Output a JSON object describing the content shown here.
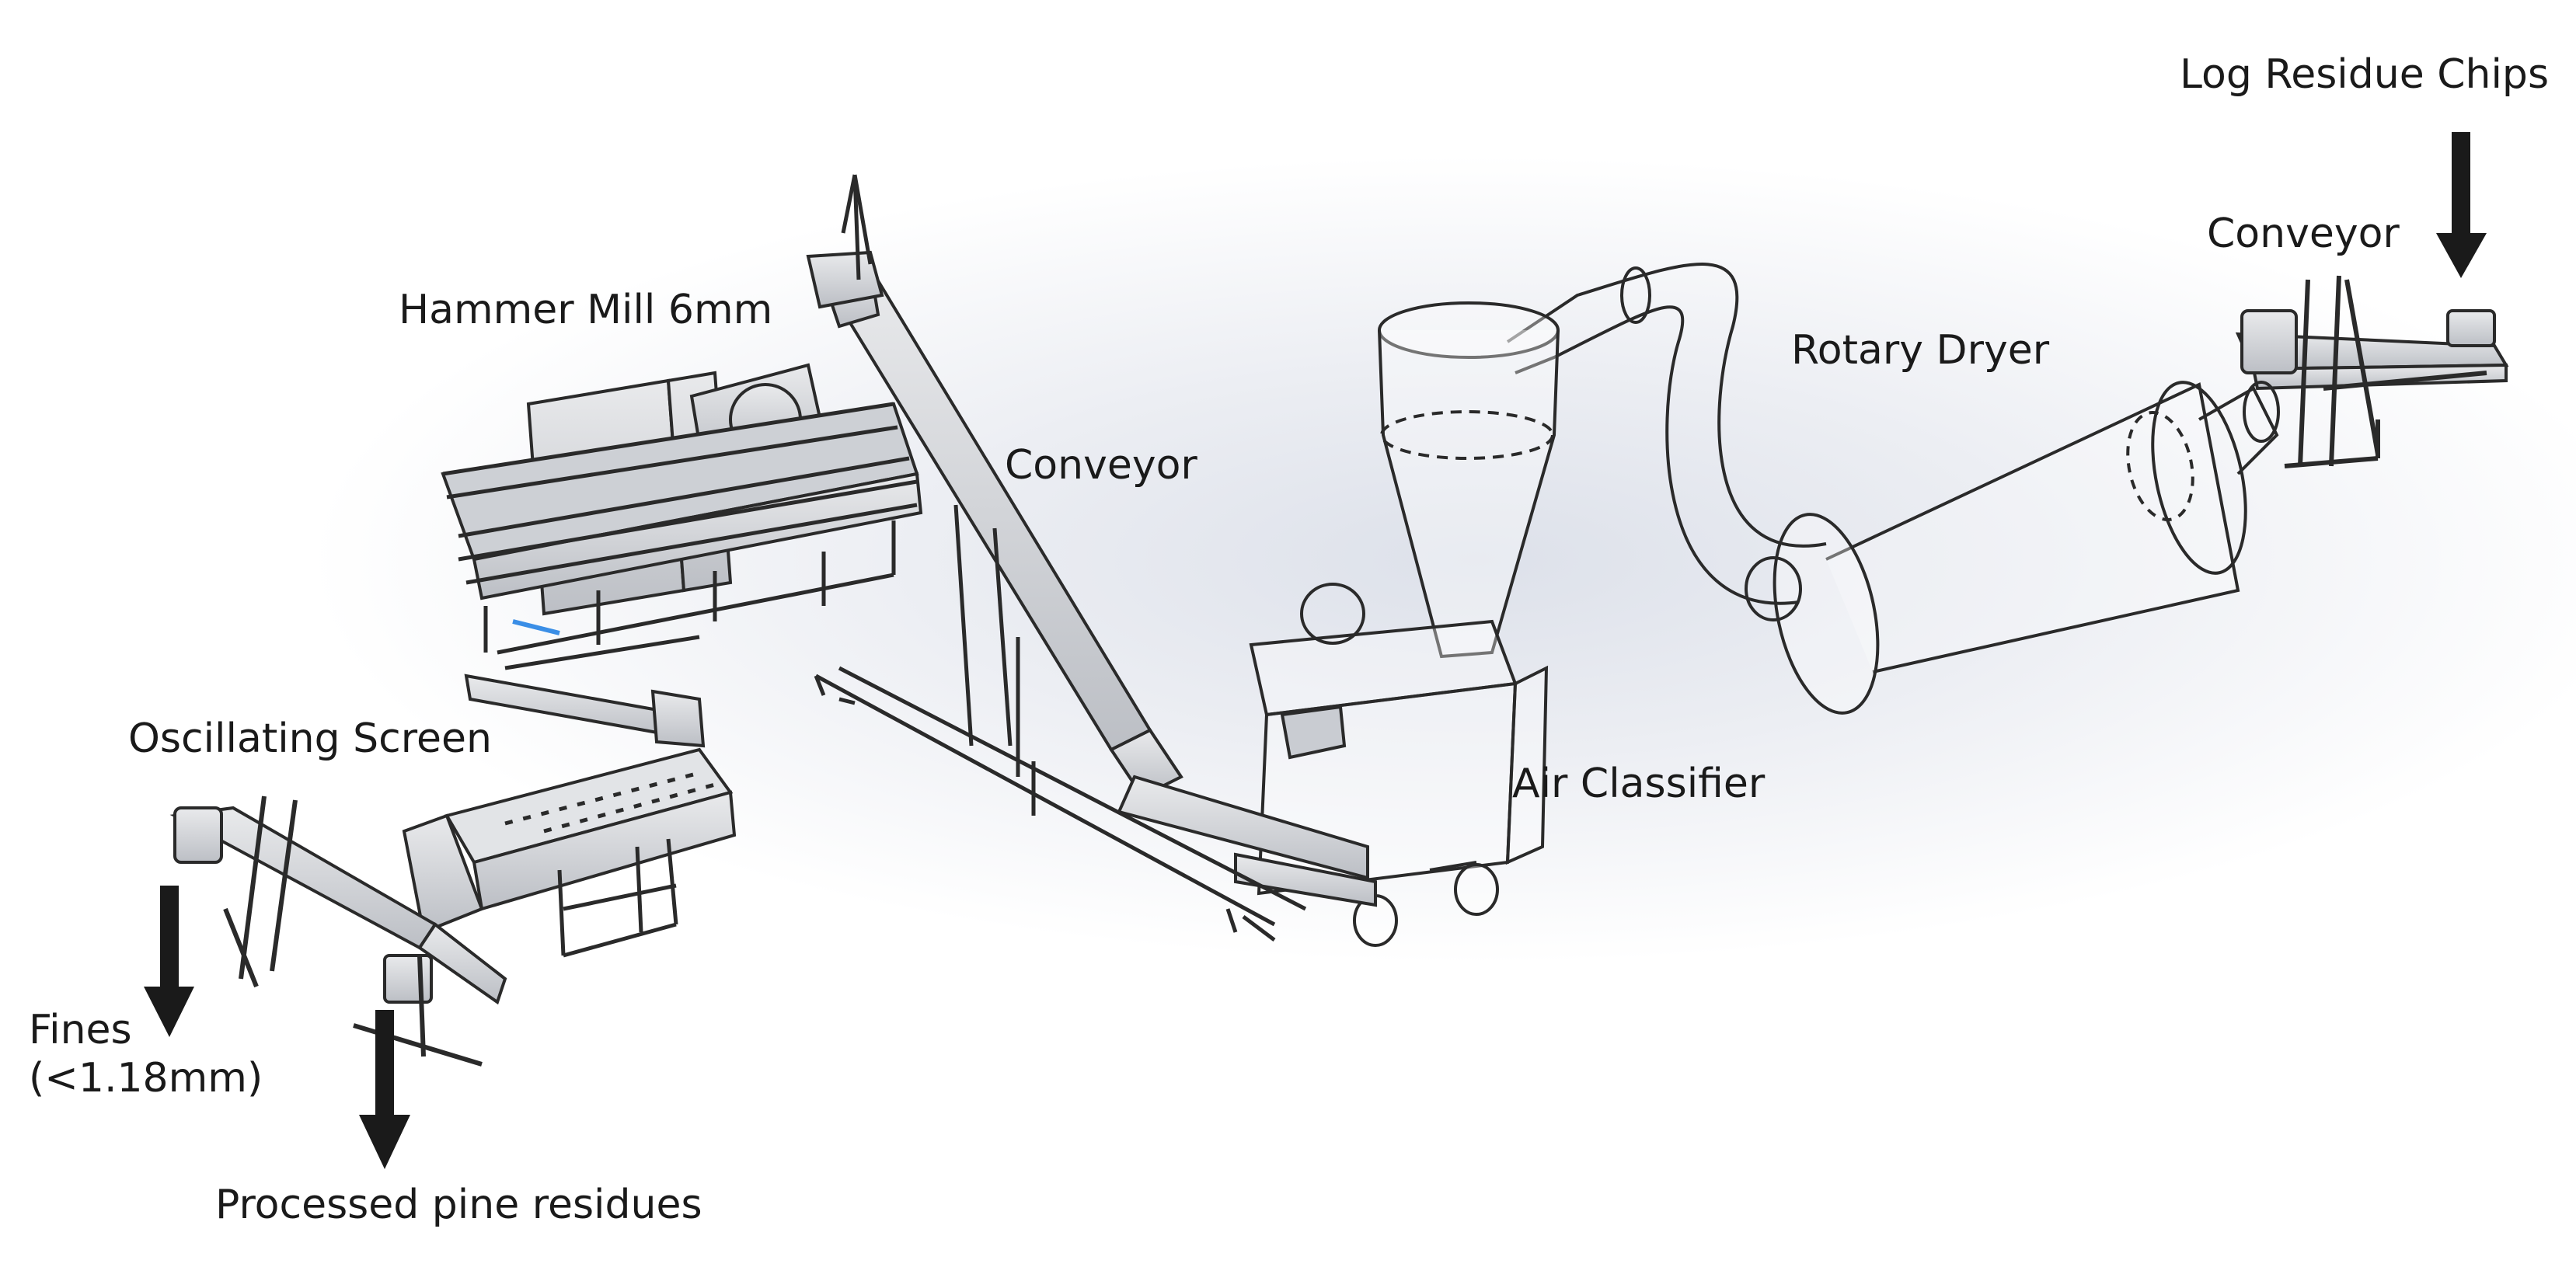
{
  "labels": {
    "log_residue_chips": "Log Residue Chips",
    "conveyor_top": "Conveyor",
    "rotary_dryer": "Rotary Dryer",
    "hammer_mill": "Hammer Mill 6mm",
    "conveyor_mid": "Conveyor",
    "oscillating_screen": "Oscillating Screen",
    "air_classifier": "Air Classifier",
    "fines_line1": "Fines",
    "fines_line2": "(<1.18mm)",
    "processed_pine": "Processed pine residues"
  },
  "colors": {
    "line": "#1a1a1a",
    "metal_fill": "#d9dbdf",
    "equipment_outline": "#2a2a2a",
    "accent_blue": "#3a8ee6"
  },
  "flow": [
    "Log Residue Chips",
    "Conveyor",
    "Rotary Dryer",
    "Air Classifier",
    "Conveyor",
    "Hammer Mill 6mm",
    "Oscillating Screen",
    "Fines",
    "Processed pine residues"
  ]
}
